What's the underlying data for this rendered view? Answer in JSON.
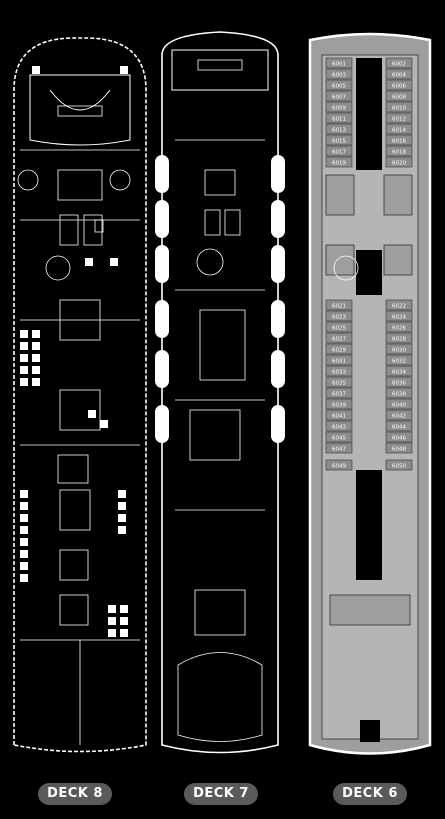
{
  "decks": [
    {
      "id": "deck8",
      "label": "DECK 8"
    },
    {
      "id": "deck7",
      "label": "DECK 7"
    },
    {
      "id": "deck6",
      "label": "DECK 6"
    }
  ],
  "deck6_cabins": {
    "col1": [
      "6001",
      "6003",
      "6005",
      "6007",
      "6009",
      "6011",
      "6013",
      "6015",
      "6017",
      "6019",
      "6021",
      "6023",
      "6025",
      "6027",
      "6029",
      "6031",
      "6033",
      "6035",
      "6037",
      "6039",
      "6041",
      "6043",
      "6045",
      "6047",
      "6049"
    ],
    "col2": [
      "6002",
      "6004",
      "6006",
      "6008",
      "6010",
      "6012",
      "6014",
      "6016",
      "6018",
      "6020",
      "6022",
      "6024",
      "6026",
      "6028",
      "6030",
      "6032",
      "6034",
      "6036",
      "6038",
      "6040",
      "6042",
      "6044",
      "6046",
      "6048",
      "6050"
    ]
  },
  "colors": {
    "background": "#000000",
    "outline": "#ffffff",
    "deck6_fill": "#9e9e9e",
    "label_bg": "#5a5a5a"
  }
}
